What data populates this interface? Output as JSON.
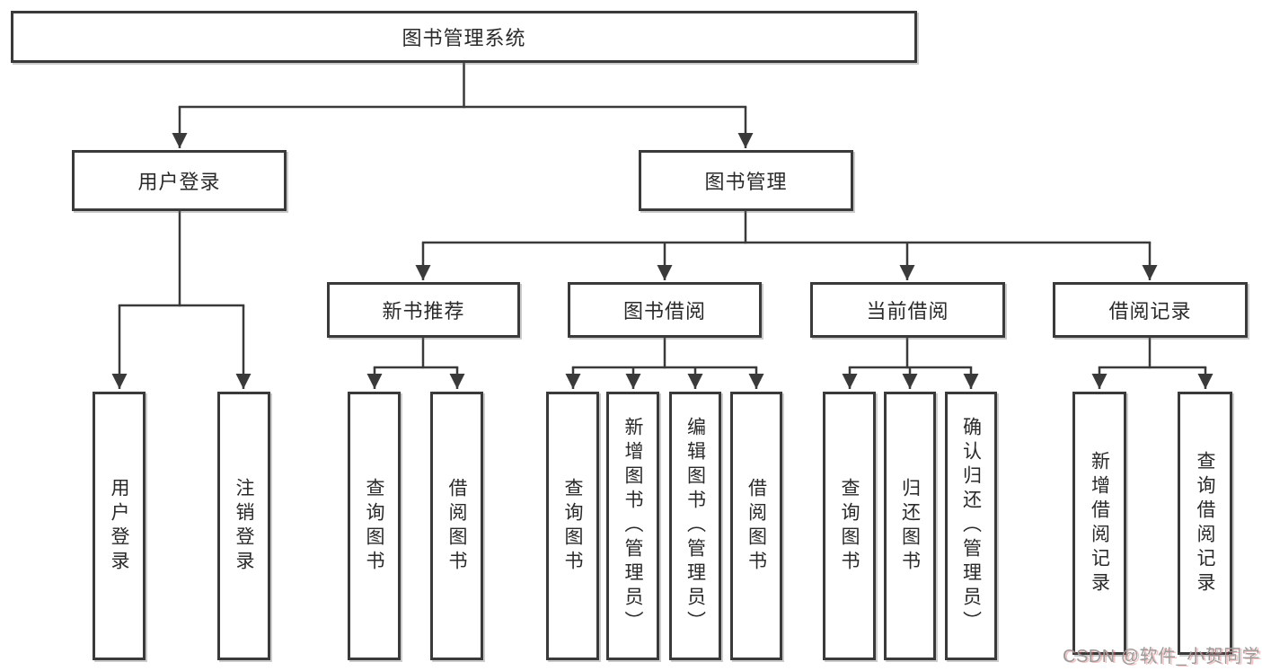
{
  "palette": {
    "background": "#ffffff",
    "line_color": "#3a3a3a",
    "box_border": "#3a3a3a",
    "box_fill": "#ffffff",
    "text_color": "#2a2a2a",
    "watermark_color": "#9b9b9b"
  },
  "diagram": {
    "root": {
      "label": "图书管理系统"
    },
    "branches": {
      "login": {
        "label": "用户登录",
        "children": [
          "用户登录",
          "注销登录"
        ]
      },
      "manage": {
        "label": "图书管理",
        "sections": {
          "newbook": {
            "label": "新书推荐",
            "children": [
              "查询图书",
              "借阅图书"
            ]
          },
          "borrow": {
            "label": "图书借阅",
            "children": [
              "查询图书",
              "新增图书（管理员）",
              "编辑图书（管理员）",
              "借阅图书"
            ]
          },
          "current": {
            "label": "当前借阅",
            "children": [
              "查询图书",
              "归还图书",
              "确认归还（管理员）"
            ]
          },
          "records": {
            "label": "借阅记录",
            "children": [
              "新增借阅记录",
              "查询借阅记录"
            ]
          }
        }
      }
    }
  },
  "watermark": {
    "text": "CSDN @软件_小贺同学"
  }
}
